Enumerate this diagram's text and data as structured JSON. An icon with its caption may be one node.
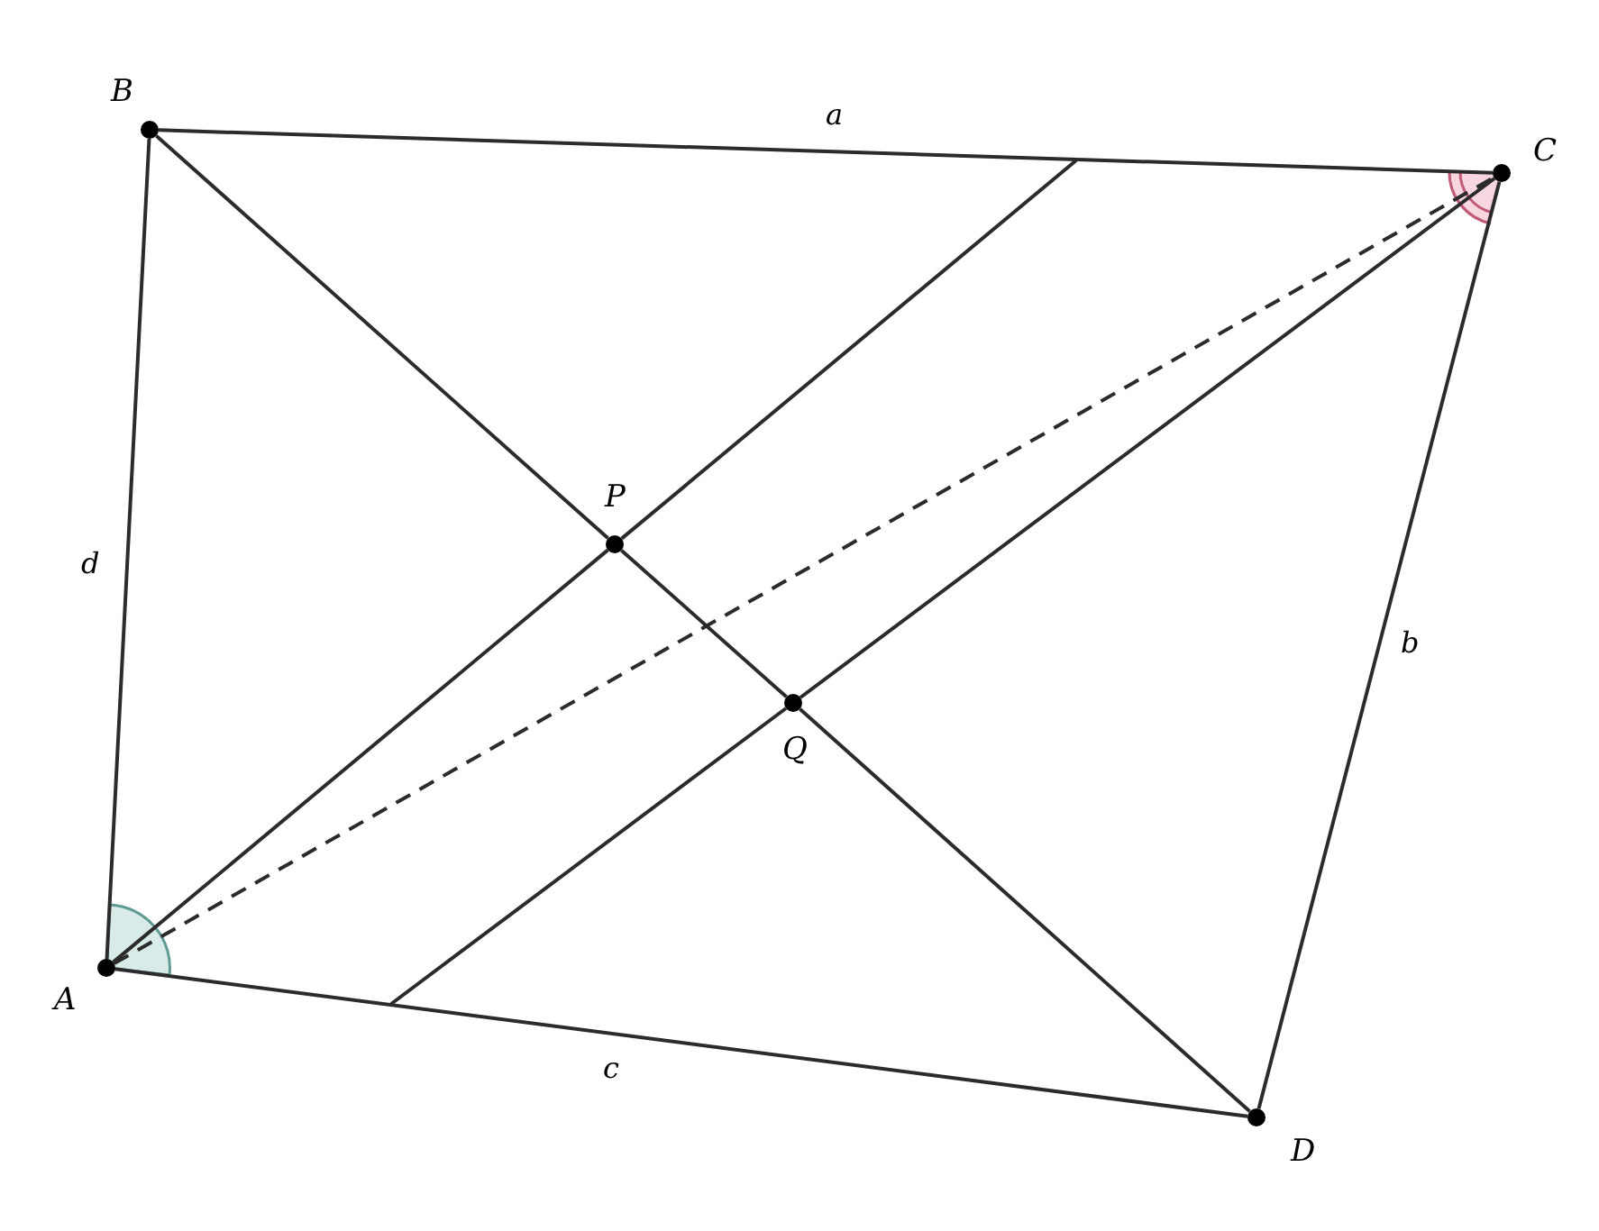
{
  "diagram": {
    "nodes": [
      {
        "text": [
          "A"
        ]
      },
      {
        "text": [
          "B"
        ]
      },
      {
        "text": [
          "C"
        ]
      },
      {
        "text": [
          "D"
        ]
      },
      {
        "text": [
          "P"
        ]
      },
      {
        "text": [
          "Q"
        ]
      }
    ],
    "edges": [
      {
        "from": 1,
        "to": 2,
        "arrow": "none",
        "label": "a"
      },
      {
        "from": 2,
        "to": 3,
        "arrow": "none",
        "label": "b"
      },
      {
        "from": 0,
        "to": 3,
        "arrow": "none",
        "label": "c"
      },
      {
        "from": 1,
        "to": 0,
        "arrow": "none",
        "label": "d"
      },
      {
        "from": 1,
        "to": 4,
        "arrow": "none"
      },
      {
        "from": 4,
        "to": 5,
        "arrow": "none"
      },
      {
        "from": 5,
        "to": 3,
        "arrow": "none"
      },
      {
        "from": 0,
        "to": 4,
        "arrow": "none"
      },
      {
        "from": 4,
        "to": null,
        "arrow": "none"
      },
      {
        "from": null,
        "to": 5,
        "arrow": "none"
      },
      {
        "from": 5,
        "to": 2,
        "arrow": "none"
      },
      {
        "from": 0,
        "to": 2,
        "arrow": "none",
        "style": "dashed"
      }
    ]
  }
}
